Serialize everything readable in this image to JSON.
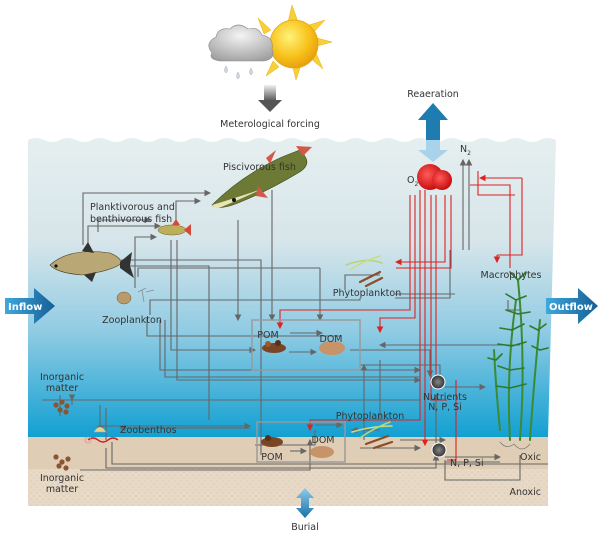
{
  "title": "Aquatic ecosystem model schematic",
  "labels": {
    "meteo": "Meterological forcing",
    "reaeration": "Reaeration",
    "o2": "O",
    "o2_sub": "2",
    "n2": "N",
    "n2_sub": "2",
    "piscivorous": "Piscivorous fish",
    "planktivorous_1": "Planktivorous and",
    "planktivorous_2": "benthivorous fish",
    "zooplankton": "Zooplankton",
    "phytoplankton_water": "Phytoplankton",
    "phytoplankton_sed": "Phytoplankton",
    "macrophytes": "Macrophytes",
    "inflow": "Inflow",
    "outflow": "Outflow",
    "pom_water": "POM",
    "dom_water": "DOM",
    "pom_sed": "POM",
    "dom_sed": "DOM",
    "nutrients": "Nutrients",
    "nps_water": "N, P, Si",
    "nps_sed": "N, P, Si",
    "inorganic_water_1": "Inorganic",
    "inorganic_water_2": "matter",
    "inorganic_sed_1": "Inorganic",
    "inorganic_sed_2": "matter",
    "zoobenthos": "Zoobenthos",
    "oxic": "Oxic",
    "anoxic": "Anoxic",
    "burial": "Burial"
  },
  "colors": {
    "water_top": "#e4eeee",
    "water_bottom": "#1aa0cf",
    "sediment_oxic": "#e0cdb5",
    "sediment_anoxic": "#e6d7c2",
    "flux_line": "#666666",
    "oxygen_line": "#dd2222",
    "arrow_blue": "#1c79ad"
  }
}
